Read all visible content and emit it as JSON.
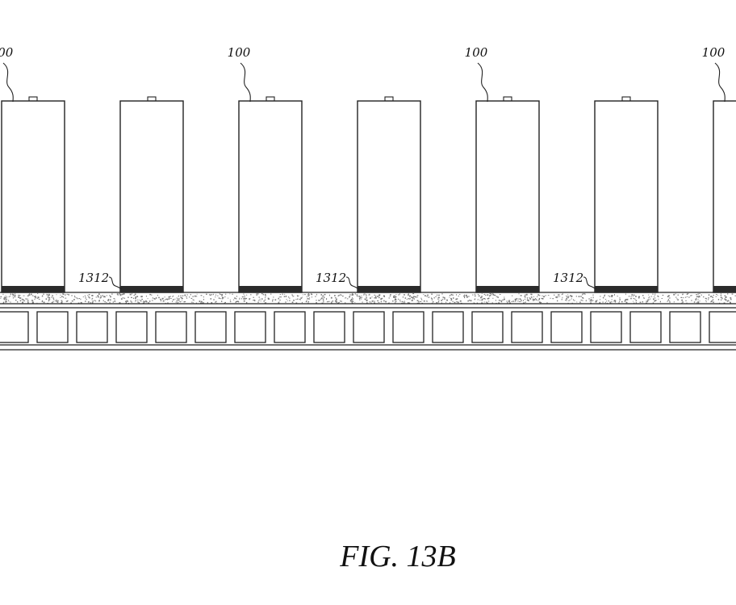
{
  "figure": {
    "caption": "FIG. 13B",
    "cell_ref": "100",
    "interface_ref": "1312",
    "cell_count": 7,
    "labeled_cells": [
      0,
      2,
      4,
      6
    ],
    "labeled_interfaces": [
      1,
      3,
      5
    ],
    "square_count": 19
  },
  "colors": {
    "line": "#222222",
    "band": "#2b2b2b",
    "speckle": "#7a7a7a",
    "background": "#ffffff"
  }
}
